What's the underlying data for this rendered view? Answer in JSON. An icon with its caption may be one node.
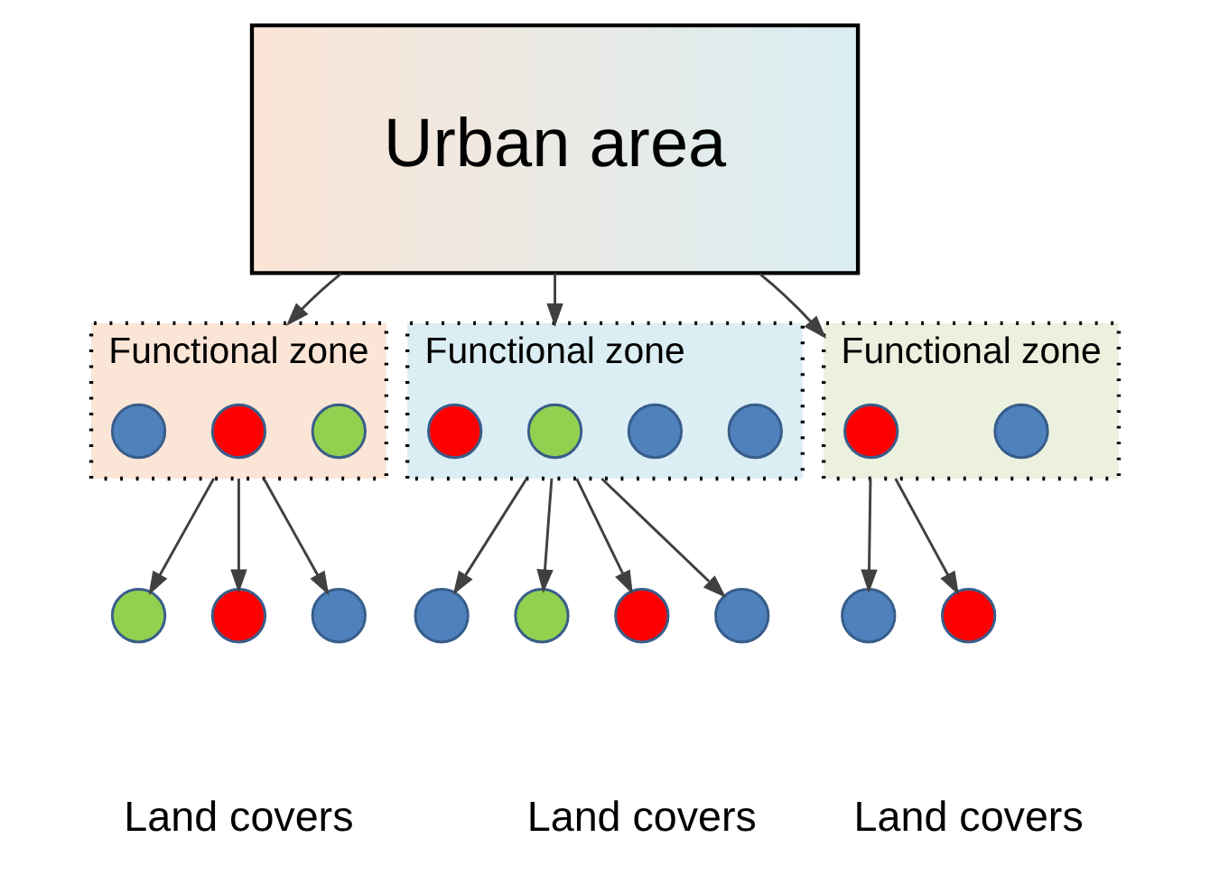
{
  "diagram": {
    "nodes": [
      {
        "text": [
          "Urban area"
        ]
      },
      {
        "text": [
          "Functional zone"
        ]
      },
      {
        "text": [],
        "shape": "circle",
        "in": 1
      },
      {
        "text": [],
        "shape": "circle",
        "in": 1
      },
      {
        "text": [],
        "shape": "circle",
        "in": 1
      },
      {
        "text": [
          "Functional zone"
        ]
      },
      {
        "text": [],
        "shape": "circle",
        "in": 5
      },
      {
        "text": [],
        "shape": "circle",
        "in": 5
      },
      {
        "text": [],
        "shape": "circle",
        "in": 5
      },
      {
        "text": [],
        "shape": "circle",
        "in": 5
      },
      {
        "text": [
          "Functional zone"
        ]
      },
      {
        "text": [],
        "shape": "circle",
        "in": 10
      },
      {
        "text": [],
        "shape": "circle",
        "in": 10
      },
      {
        "text": [],
        "shape": "circle"
      },
      {
        "text": [],
        "shape": "circle"
      },
      {
        "text": [],
        "shape": "circle"
      },
      {
        "text": [],
        "shape": "circle"
      },
      {
        "text": [],
        "shape": "circle"
      },
      {
        "text": [],
        "shape": "circle"
      },
      {
        "text": [],
        "shape": "circle"
      },
      {
        "text": [],
        "shape": "circle"
      },
      {
        "text": [],
        "shape": "circle"
      }
    ],
    "edges": [
      {
        "from": 0,
        "to": 1,
        "arrow": "to"
      },
      {
        "from": 0,
        "to": 5,
        "arrow": "to"
      },
      {
        "from": 0,
        "to": 10,
        "arrow": "to"
      },
      {
        "from": 1,
        "to": 13,
        "arrow": "to"
      },
      {
        "from": 1,
        "to": 14,
        "arrow": "to"
      },
      {
        "from": 1,
        "to": 15,
        "arrow": "to"
      },
      {
        "from": 5,
        "to": 16,
        "arrow": "to"
      },
      {
        "from": 5,
        "to": 17,
        "arrow": "to"
      },
      {
        "from": 5,
        "to": 18,
        "arrow": "to"
      },
      {
        "from": 5,
        "to": 19,
        "arrow": "to"
      },
      {
        "from": 10,
        "to": 20,
        "arrow": "to"
      },
      {
        "from": 10,
        "to": 21,
        "arrow": "to"
      }
    ],
    "labels": [
      "Land covers",
      "Land covers",
      "Land covers"
    ]
  }
}
